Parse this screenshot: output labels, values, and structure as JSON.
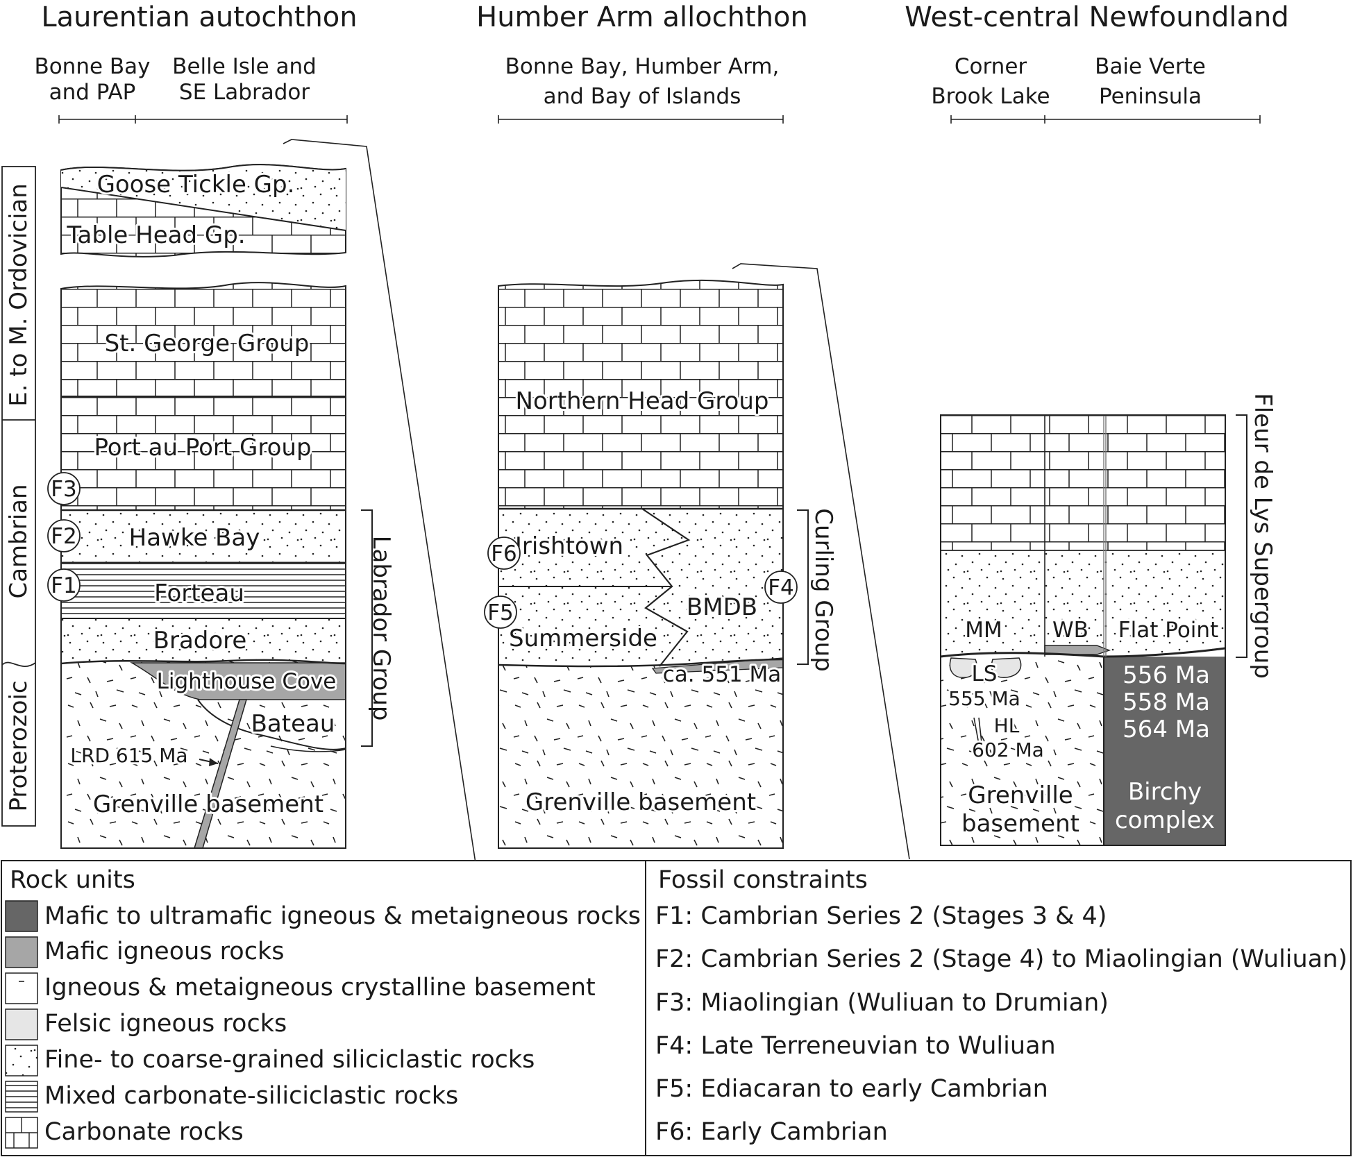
{
  "headers": {
    "laurentian": "Laurentian autochthon",
    "humber": "Humber Arm allochthon",
    "westcentral": "West-central Newfoundland"
  },
  "subheaders": {
    "bonne_bay_pap": [
      "Bonne Bay",
      "and PAP"
    ],
    "belle_isle": [
      "Belle Isle and",
      "SE Labrador"
    ],
    "humber_areas": [
      "Bonne Bay, Humber Arm,",
      "and Bay of Islands"
    ],
    "corner_brook": [
      "Corner",
      "Brook Lake"
    ],
    "baie_verte": [
      "Baie Verte",
      "Peninsula"
    ]
  },
  "ages": {
    "ordovician": "E. to M. Ordovician",
    "cambrian": "Cambrian",
    "proterozoic": "Proterozoic"
  },
  "laurentian_units": {
    "goose_tickle": "Goose Tickle Gp.",
    "table_head": "Table Head Gp.",
    "st_george": "St. George Group",
    "port_au_port": "Port au Port Group",
    "hawke_bay": "Hawke Bay",
    "forteau": "Forteau",
    "bradore": "Bradore",
    "lighthouse_cove": "Lighthouse Cove",
    "bateau": "Bateau",
    "lrd": "LRD 615 Ma",
    "grenville": "Grenville basement",
    "labrador_group": "Labrador Group"
  },
  "humber_units": {
    "northern_head": "Northern Head Group",
    "irishtown": "Irishtown",
    "summerside": "Summerside",
    "bmdb": "BMDB",
    "age": "ca. 551 Ma",
    "grenville": "Grenville basement",
    "curling_group": "Curling Group"
  },
  "westcentral_units": {
    "mm": "MM",
    "wb": "WB",
    "flat_point": "Flat Point",
    "ls": "LS",
    "ls_age": "555 Ma",
    "hl": "HL",
    "hl_age": "602 Ma",
    "grenville": [
      "Grenville",
      "basement"
    ],
    "birchy_ages": [
      "556 Ma",
      "558 Ma",
      "564 Ma"
    ],
    "birchy": [
      "Birchy",
      "complex"
    ],
    "fleur_de_lys": "Fleur de Lys Supergroup"
  },
  "fossil_markers": [
    "F1",
    "F2",
    "F3",
    "F4",
    "F5",
    "F6"
  ],
  "legend": {
    "rock_title": "Rock units",
    "rock_units": [
      "Mafic to ultramafic igneous & metaigneous rocks",
      "Mafic igneous rocks",
      "Igneous & metaigneous crystalline basement",
      "Felsic igneous rocks",
      "Fine- to coarse-grained siliciclastic rocks",
      "Mixed carbonate-siliciclastic rocks",
      "Carbonate rocks"
    ],
    "fossil_title": "Fossil constraints",
    "fossil_constraints": [
      "F1: Cambrian Series 2 (Stages 3 & 4)",
      "F2: Cambrian Series 2 (Stage 4) to Miaolingian (Wuliuan)",
      "F3: Miaolingian (Wuliuan to Drumian)",
      "F4: Late Terreneuvian to Wuliuan",
      "F5: Ediacaran to early Cambrian",
      "F6: Early Cambrian"
    ]
  },
  "colors": {
    "mafic_ultramafic": "#666666",
    "mafic": "#a6a6a6",
    "felsic": "#e6e6e6",
    "line": "#1a1a1a"
  }
}
